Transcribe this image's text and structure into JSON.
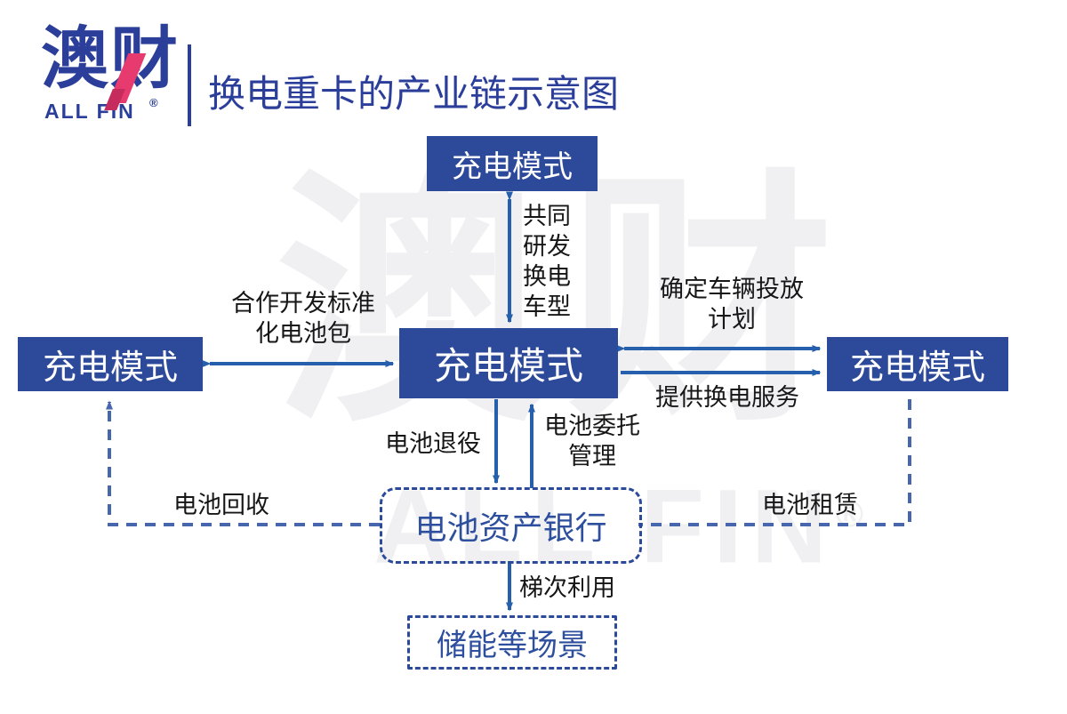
{
  "brand": {
    "logo_text": "澳财",
    "logo_subtext": "ALL FIN",
    "registered_mark": "®"
  },
  "title": "换电重卡的产业链示意图",
  "watermark": {
    "line1": "澳财",
    "line2": "ALL FIN",
    "mark": "®"
  },
  "diagram": {
    "nodes": {
      "top": {
        "label": "充电模式"
      },
      "center": {
        "label": "充电模式"
      },
      "left": {
        "label": "充电模式"
      },
      "right": {
        "label": "充电模式"
      },
      "bank": {
        "label": "电池资产银行"
      },
      "storage": {
        "label": "储能等场景"
      }
    },
    "edges": {
      "joint_dev": "共同研发换电车型",
      "coop_battery_pack": "合作开发标准化电池包",
      "vehicle_plan": "确定车辆投放计划",
      "swap_service": "提供换电服务",
      "battery_retire": "电池退役",
      "battery_entrust": "电池委托管理",
      "battery_recycle": "电池回收",
      "battery_lease": "电池租赁",
      "cascade_use": "梯次利用"
    },
    "colors": {
      "node_fill": "#2d4a9a",
      "node_text": "#ffffff",
      "arrow": "#2660ad",
      "dashed_line": "#4766ae",
      "dashed_border": "#2b4a9a",
      "dashed_text": "#2d4f9e",
      "title_text": "#2b3e9a",
      "label_text": "#161616",
      "logo_accent": "#e73a6e",
      "watermark": "#f0f0f2"
    }
  }
}
